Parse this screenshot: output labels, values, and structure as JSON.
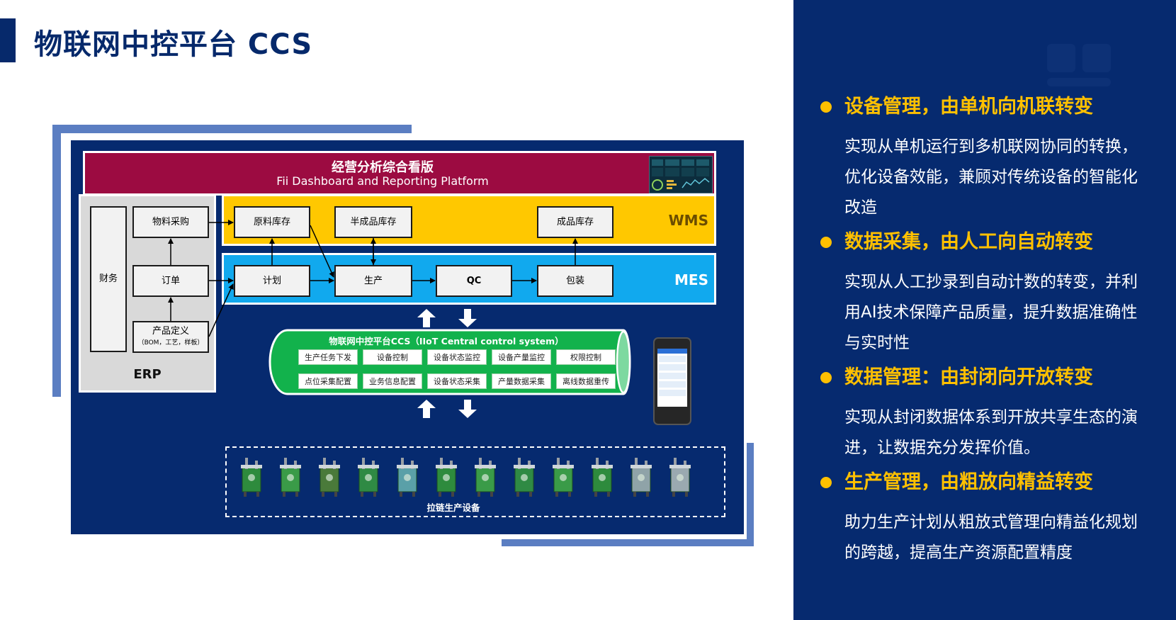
{
  "page_title": "物联网中控平台 CCS",
  "diagram": {
    "dashboard": {
      "title_cn": "经营分析综合看版",
      "title_en": "Fii Dashboard and Reporting Platform"
    },
    "erp": {
      "label": "ERP",
      "finance": "财务",
      "purchase": "物料采购",
      "order": "订单",
      "product_def_line1": "产品定义",
      "product_def_line2": "（BOM，工艺，样板）"
    },
    "wms": {
      "label": "WMS",
      "raw_stock": "原料库存",
      "semi_stock": "半成品库存",
      "finished_stock": "成品库存"
    },
    "mes": {
      "label": "MES",
      "plan": "计划",
      "production": "生产",
      "qc": "QC",
      "packing": "包装"
    },
    "ccs": {
      "title": "物联网中控平台CCS（IIoT Central control system）",
      "modules_row1": [
        "生产任务下发",
        "设备控制",
        "设备状态监控",
        "设备产量监控",
        "权限控制"
      ],
      "modules_row2": [
        "点位采集配置",
        "业务信息配置",
        "设备状态采集",
        "产量数据采集",
        "离线数据重传"
      ]
    },
    "equipment_label": "拉链生产设备",
    "colors": {
      "navy": "#062a6f",
      "dashboard": "#9c0b41",
      "wms": "#ffc800",
      "mes": "#11a9ee",
      "ccs": "#12b24c",
      "erp": "#d9d9d9",
      "accent": "#ffc000"
    }
  },
  "bullets": [
    {
      "heading": "设备管理，由单机向机联转变",
      "text": "实现从单机运行到多机联网协同的转换，优化设备效能，兼顾对传统设备的智能化改造"
    },
    {
      "heading": "数据采集，由人工向自动转变",
      "text": "实现从人工抄录到自动计数的转变，并利用AI技术保障产品质量，提升数据准确性与实时性"
    },
    {
      "heading": "数据管理：由封闭向开放转变",
      "text": "实现从封闭数据体系到开放共享生态的演进，让数据充分发挥价值。"
    },
    {
      "heading": "生产管理，由粗放向精益转变",
      "text": "助力生产计划从粗放式管理向精益化规划的跨越，提高生产资源配置精度"
    }
  ]
}
